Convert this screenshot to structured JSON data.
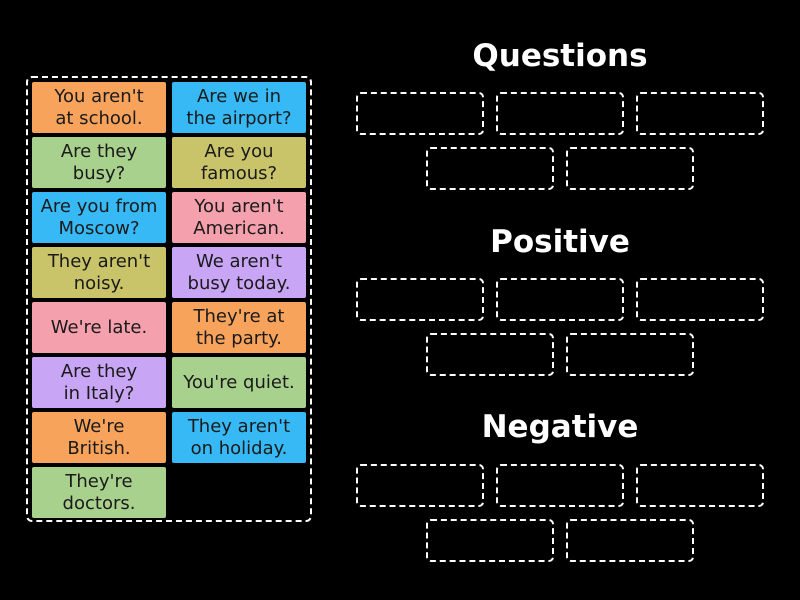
{
  "colors": {
    "orange": "#f7a35c",
    "blue": "#36b9f4",
    "green": "#a9d18e",
    "olive": "#c9c36a",
    "pink": "#f4a0ad",
    "purple": "#c9a6f5"
  },
  "cards": [
    {
      "text": "You aren't\nat school.",
      "color": "orange"
    },
    {
      "text": "Are we in\nthe airport?",
      "color": "blue"
    },
    {
      "text": "Are they\nbusy?",
      "color": "green"
    },
    {
      "text": "Are you\nfamous?",
      "color": "olive"
    },
    {
      "text": "Are you from\nMoscow?",
      "color": "blue"
    },
    {
      "text": "You aren't\nAmerican.",
      "color": "pink"
    },
    {
      "text": "They aren't\nnoisy.",
      "color": "olive"
    },
    {
      "text": "We aren't\nbusy today.",
      "color": "purple"
    },
    {
      "text": "We're late.",
      "color": "pink"
    },
    {
      "text": "They're at\nthe party.",
      "color": "orange"
    },
    {
      "text": "Are they\nin Italy?",
      "color": "purple"
    },
    {
      "text": "You're quiet.",
      "color": "green"
    },
    {
      "text": "We're\nBritish.",
      "color": "orange"
    },
    {
      "text": "They aren't\non holiday.",
      "color": "blue"
    },
    {
      "text": "They're\ndoctors.",
      "color": "green"
    }
  ],
  "groups": [
    {
      "title": "Questions"
    },
    {
      "title": "Positive"
    },
    {
      "title": "Negative"
    }
  ]
}
